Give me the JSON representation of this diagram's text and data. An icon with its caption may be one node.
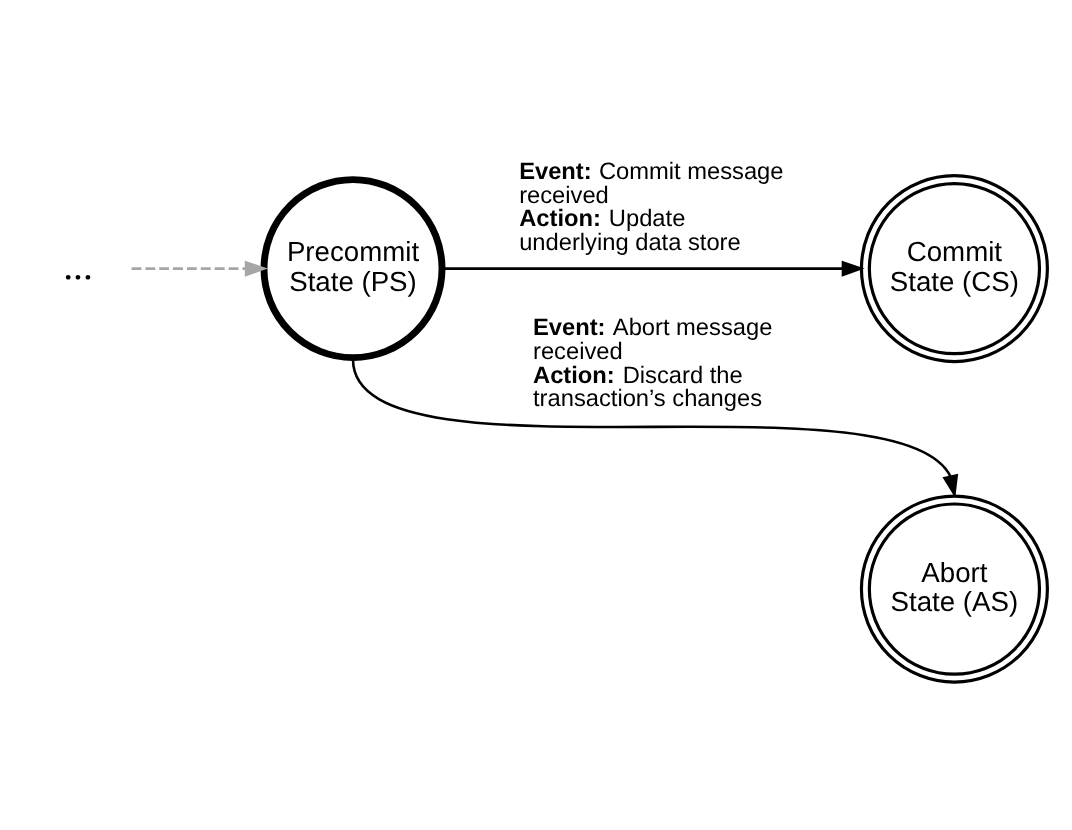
{
  "diagram": {
    "nodes": [
      {
        "text": [
          "..."
        ]
      },
      {
        "text": [
          "Precommit State (PS)"
        ]
      },
      {
        "text": [
          "Commit State (CS)"
        ]
      },
      {
        "text": [
          "Abort State (AS)"
        ]
      }
    ],
    "edges": [
      {
        "from": 0,
        "to": 1,
        "arrow": "to",
        "style": "dashed",
        "color": "#a6a6a6"
      },
      {
        "from": 1,
        "to": 2,
        "arrow": "to",
        "label": "**Event:** Commit message received **Action:** Update underlying data store"
      },
      {
        "from": 1,
        "to": 3,
        "arrow": "to",
        "label": "**Event:** Abort message received **Action:** Discard the transaction’s changes"
      }
    ]
  }
}
